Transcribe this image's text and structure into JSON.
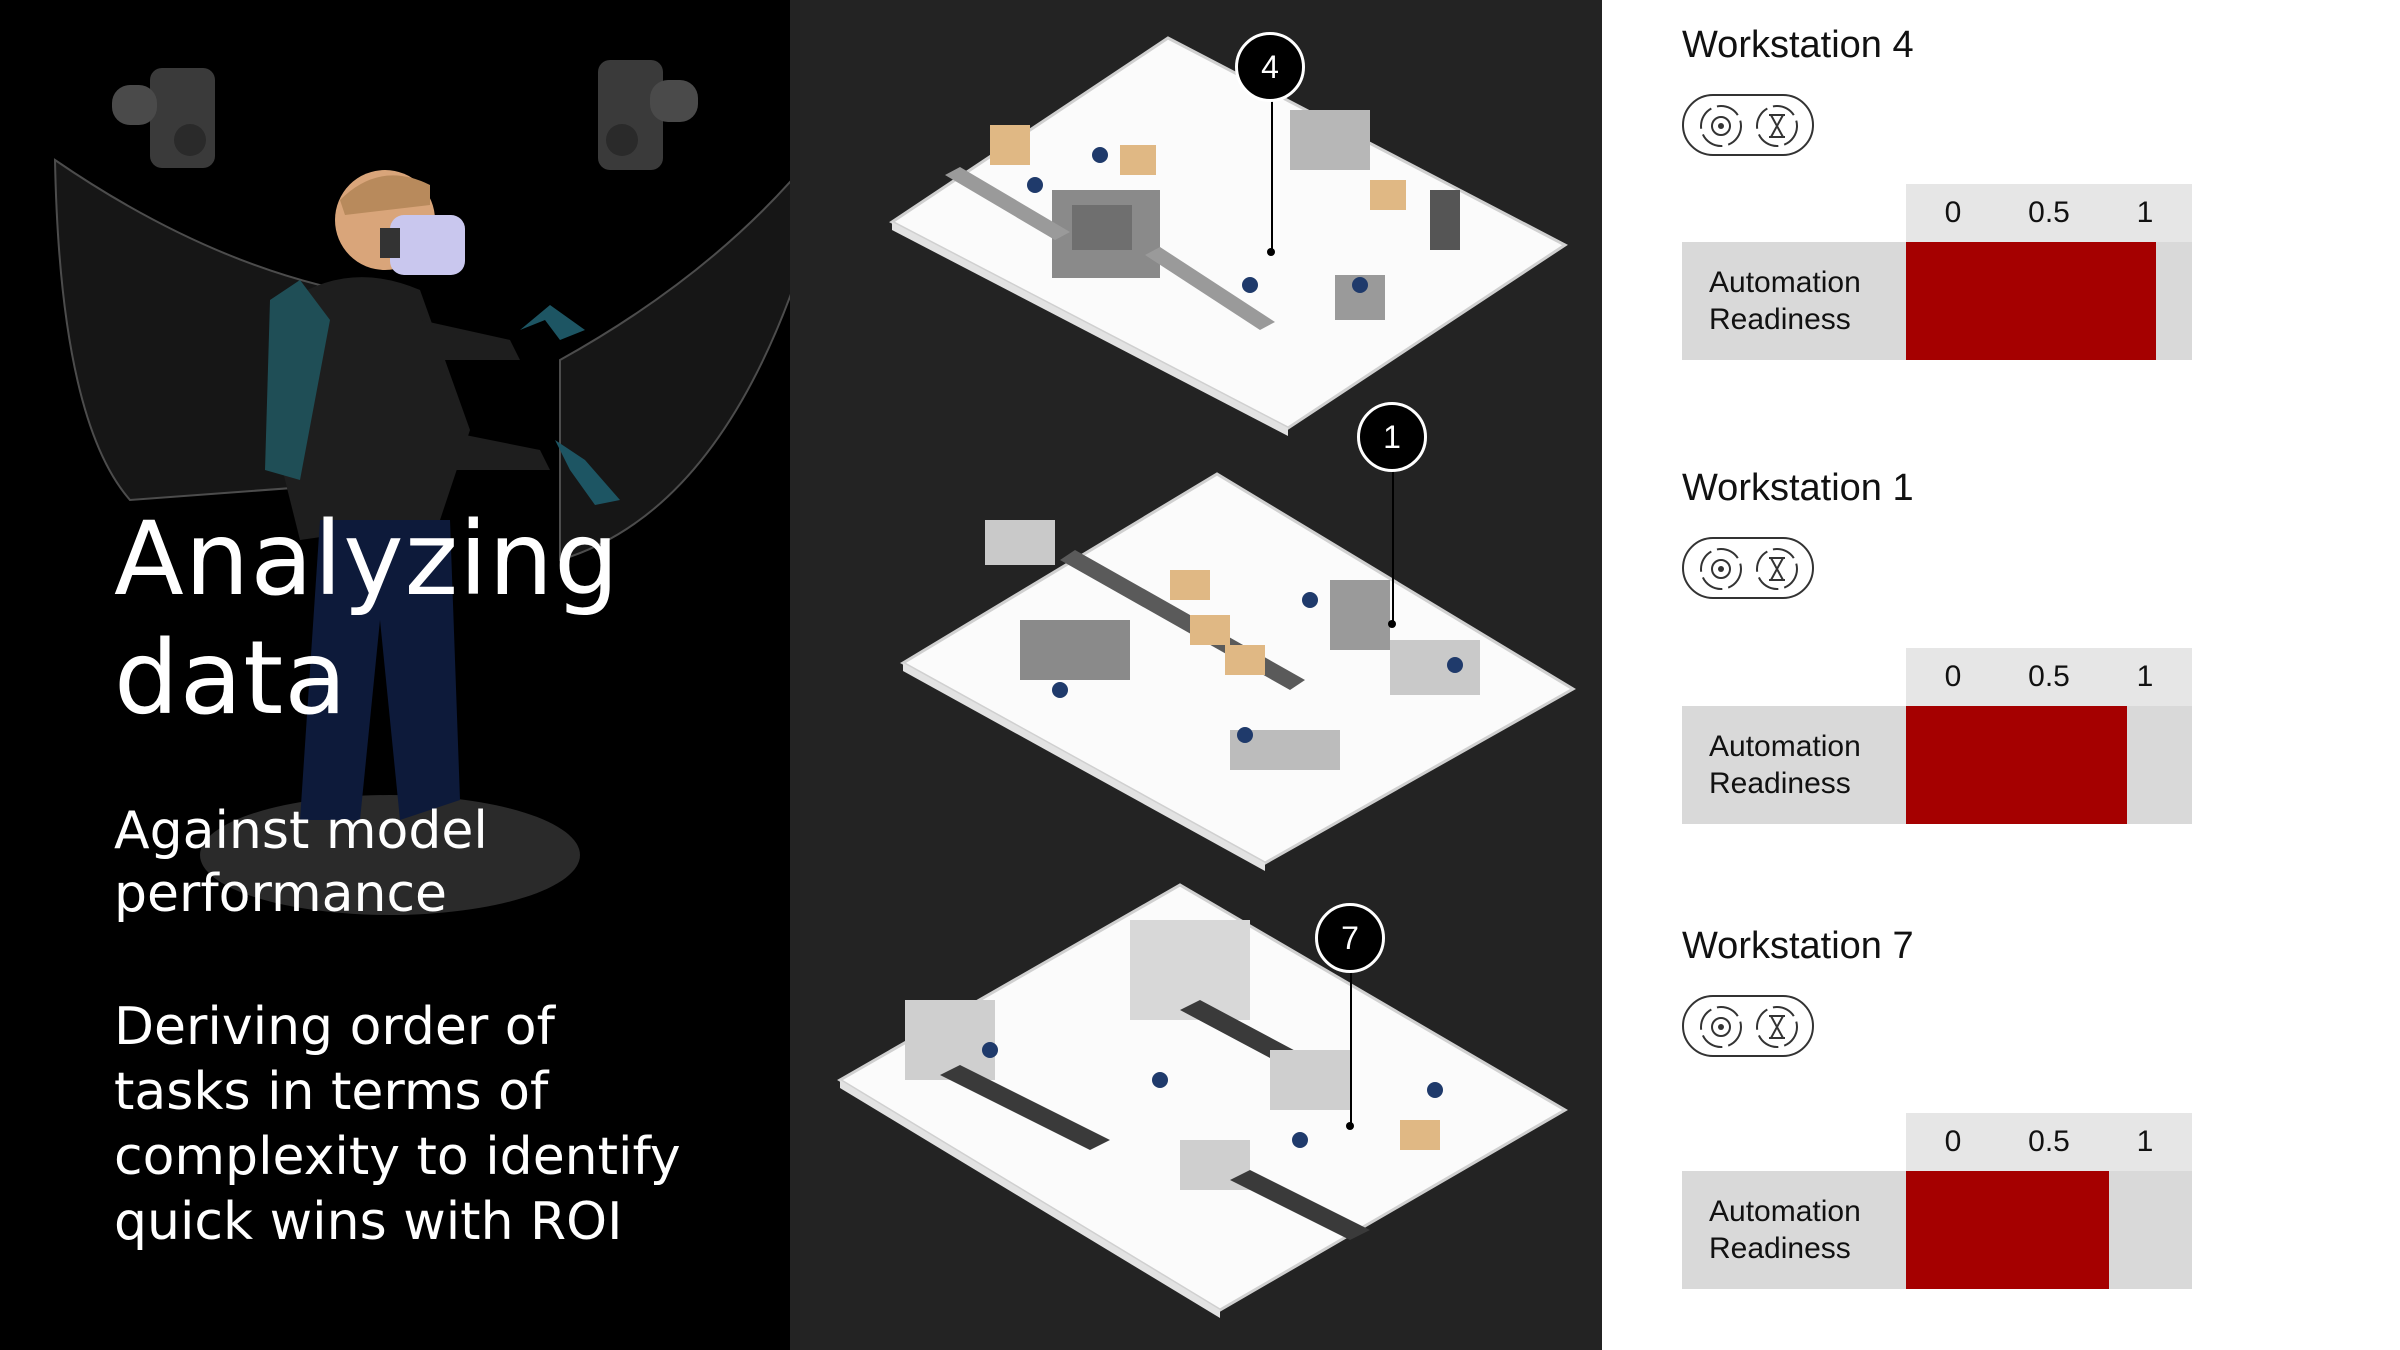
{
  "left": {
    "title_line1": "Analyzing",
    "title_line2": "data",
    "subtitle_line1": "Against model",
    "subtitle_line2": "performance",
    "desc_line1": "Deriving order of",
    "desc_line2": "tasks in terms of",
    "desc_line3": "complexity to identify",
    "desc_line4": "quick wins with ROI"
  },
  "floors": [
    {
      "marker": "4"
    },
    {
      "marker": "1"
    },
    {
      "marker": "7"
    }
  ],
  "workstations": [
    {
      "title": "Workstation 4",
      "icons": [
        "gear-cycle-icon",
        "hourglass-cycle-icon"
      ],
      "ticks": [
        "0",
        "0.5",
        "1"
      ],
      "label_line1": "Automation",
      "label_line2": "Readiness",
      "readiness": 0.95
    },
    {
      "title": "Workstation 1",
      "icons": [
        "gear-cycle-icon",
        "hourglass-cycle-icon"
      ],
      "ticks": [
        "0",
        "0.5",
        "1"
      ],
      "label_line1": "Automation",
      "label_line2": "Readiness",
      "readiness": 0.84
    },
    {
      "title": "Workstation 7",
      "icons": [
        "gear-cycle-icon",
        "hourglass-cycle-icon"
      ],
      "ticks": [
        "0",
        "0.5",
        "1"
      ],
      "label_line1": "Automation",
      "label_line2": "Readiness",
      "readiness": 0.77
    }
  ],
  "colors": {
    "accent": "#a50000",
    "left_bg": "#000000",
    "middle_bg": "#232323",
    "right_bg": "#ffffff"
  }
}
